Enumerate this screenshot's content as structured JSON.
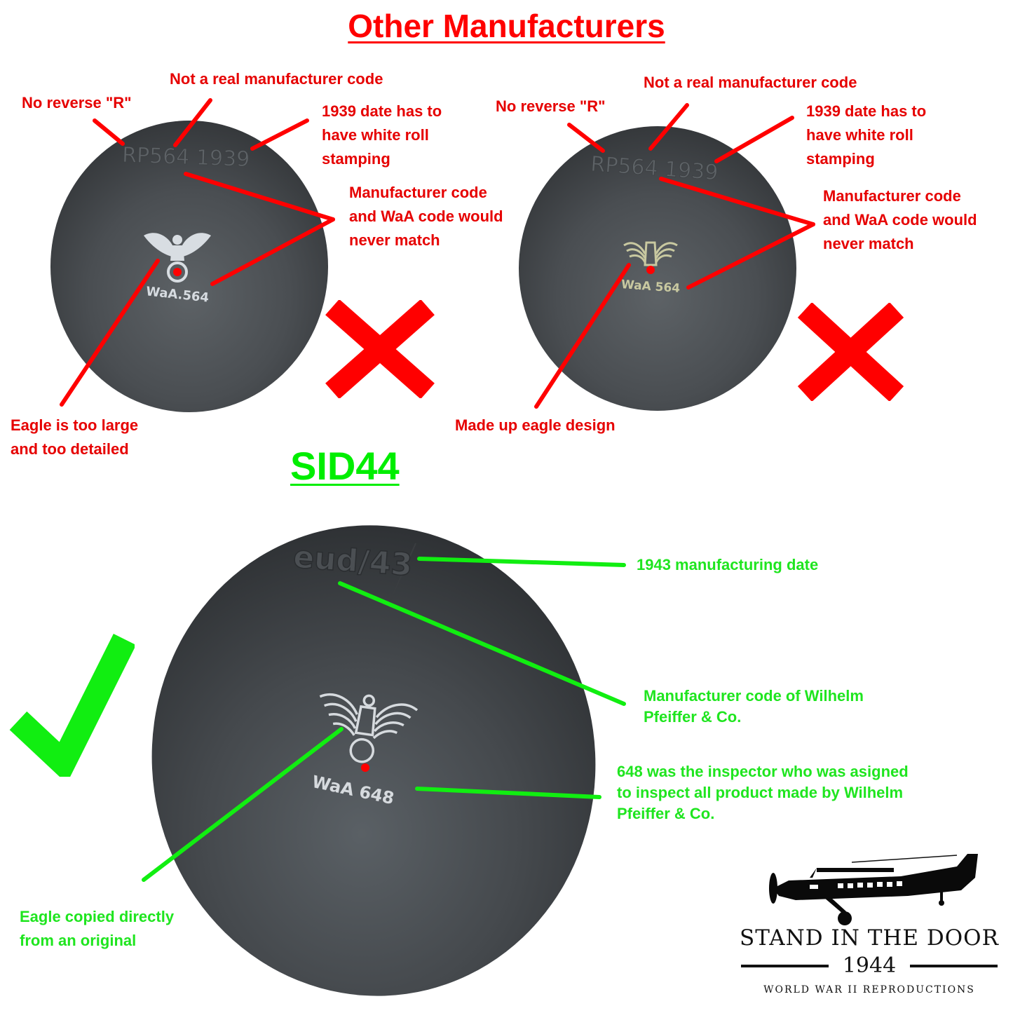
{
  "headings": {
    "top": "Other Manufacturers",
    "bottom": "SID44"
  },
  "colors": {
    "bad": "#ff0000",
    "good": "#00ee00",
    "disc": "#4a4e52"
  },
  "left_disc": {
    "stamp": "RP564 1939",
    "waa": "WaA.564",
    "labels": {
      "reverse_r": "No reverse \"R\"",
      "not_real_code": "Not a real manufacturer code",
      "date_roll": "1939 date has to\nhave white roll\nstamping",
      "code_mismatch": "Manufacturer code\nand WaA code would\nnever match",
      "eagle": "Eagle is too large\nand too detailed"
    }
  },
  "right_disc": {
    "stamp": "RP564 1939",
    "waa": "WaA 564",
    "labels": {
      "reverse_r": "No reverse \"R\"",
      "not_real_code": "Not a real manufacturer code",
      "date_roll": "1939 date has to\nhave white roll\nstamping",
      "code_mismatch": "Manufacturer code\nand WaA code would\nnever match",
      "eagle": "Made up eagle design"
    }
  },
  "bottom_disc": {
    "stamp": "eud/43",
    "waa": "WaA 648",
    "labels": {
      "date": "1943 manufacturing date",
      "maker": "Manufacturer code of Wilhelm\nPfeiffer & Co.",
      "inspector": "648 was the inspector who was asigned\nto inspect all product made by Wilhelm\nPfeiffer & Co.",
      "eagle": "Eagle copied directly\nfrom an original"
    }
  },
  "icons": {
    "wrong": "cross-mark-icon",
    "right": "check-mark-icon",
    "logo": "airplane-icon"
  },
  "logo": {
    "line1": "STAND IN THE DOOR",
    "line2": "1944",
    "line3": "WORLD WAR II REPRODUCTIONS"
  }
}
